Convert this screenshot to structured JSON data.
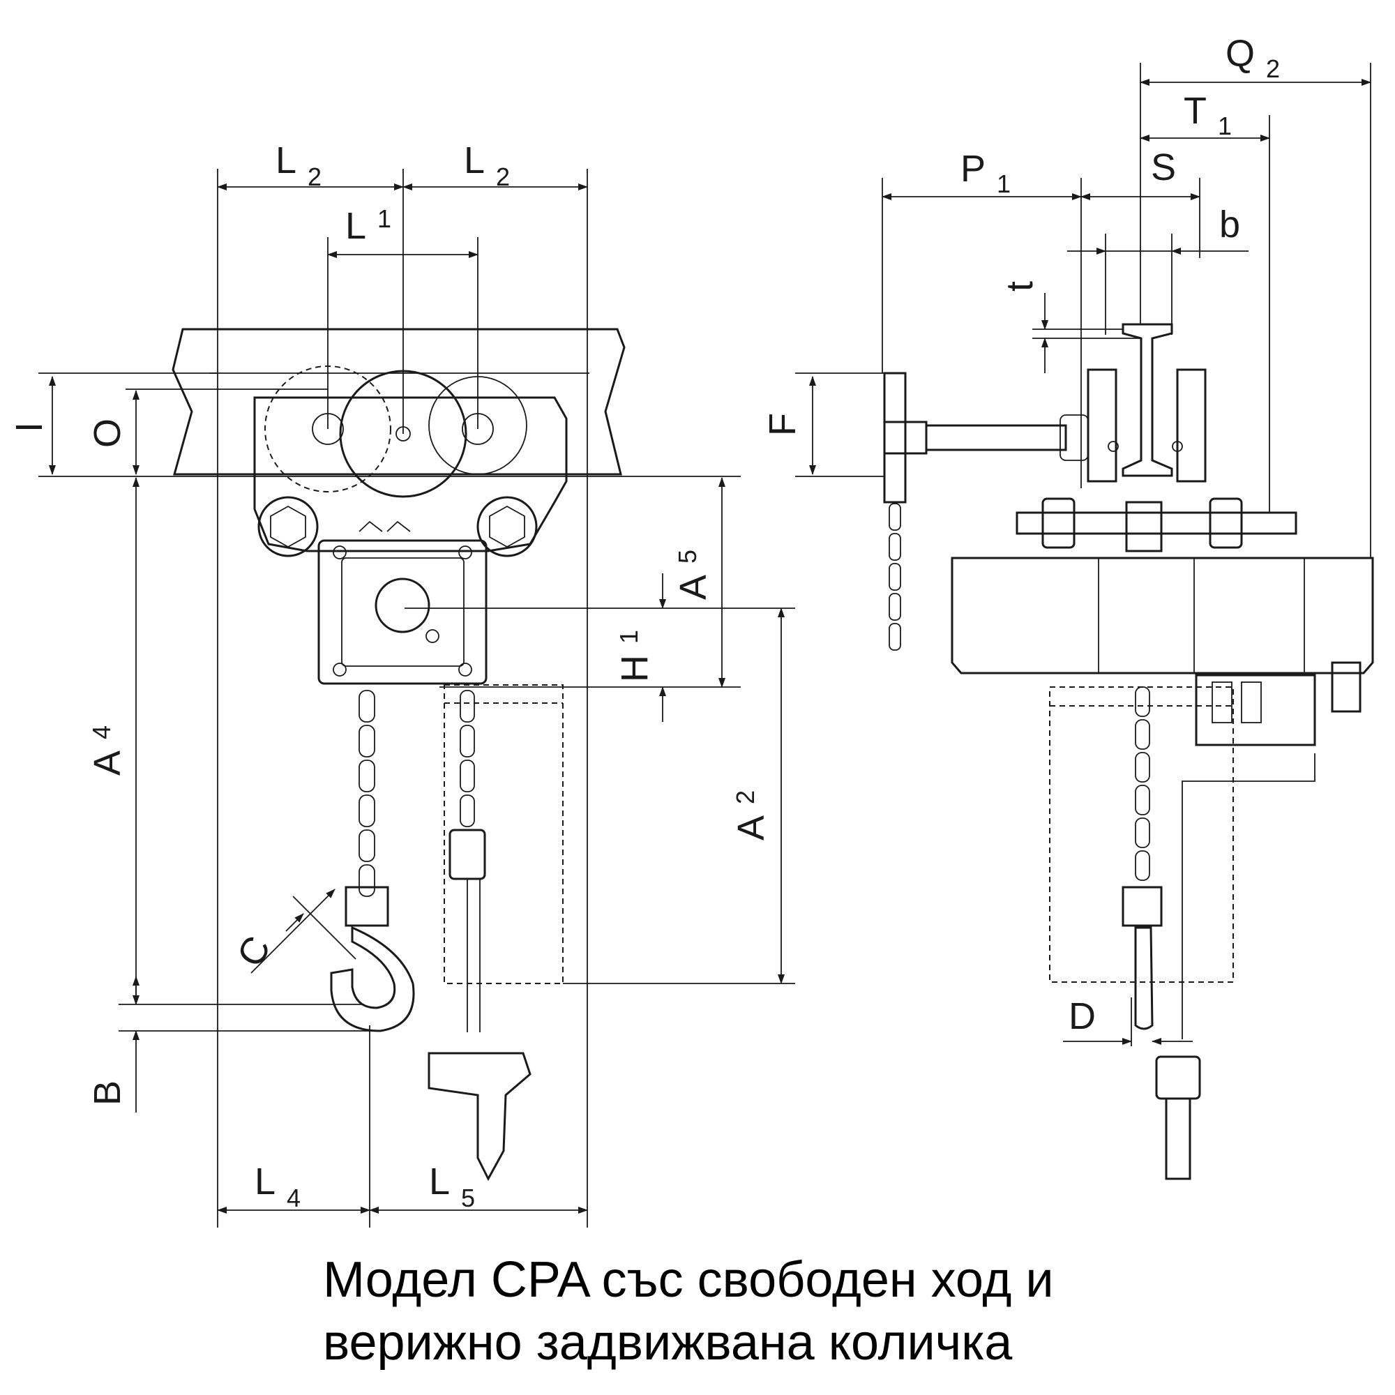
{
  "caption": {
    "line1": "Модел CPA със свободен ход и",
    "line2": "верижно задвижвана количка"
  },
  "dimensions": {
    "L2_left": {
      "main": "L",
      "sub": "2"
    },
    "L2_right": {
      "main": "L",
      "sub": "2"
    },
    "L1": {
      "main": "L",
      "sub": "1"
    },
    "I": {
      "main": "I",
      "sub": ""
    },
    "O": {
      "main": "O",
      "sub": ""
    },
    "A4": {
      "main": "A",
      "sub": "4"
    },
    "A5": {
      "main": "A",
      "sub": "5"
    },
    "H1": {
      "main": "H",
      "sub": "1"
    },
    "A2": {
      "main": "A",
      "sub": "2"
    },
    "C": {
      "main": "C",
      "sub": ""
    },
    "B": {
      "main": "B",
      "sub": ""
    },
    "L4": {
      "main": "L",
      "sub": "4"
    },
    "L5": {
      "main": "L",
      "sub": "5"
    },
    "Q2": {
      "main": "Q",
      "sub": "2"
    },
    "T1": {
      "main": "T",
      "sub": "1"
    },
    "P1": {
      "main": "P",
      "sub": "1"
    },
    "S": {
      "main": "S",
      "sub": ""
    },
    "b": {
      "main": "b",
      "sub": ""
    },
    "t": {
      "main": "t",
      "sub": ""
    },
    "F": {
      "main": "F",
      "sub": ""
    },
    "D": {
      "main": "D",
      "sub": ""
    }
  }
}
